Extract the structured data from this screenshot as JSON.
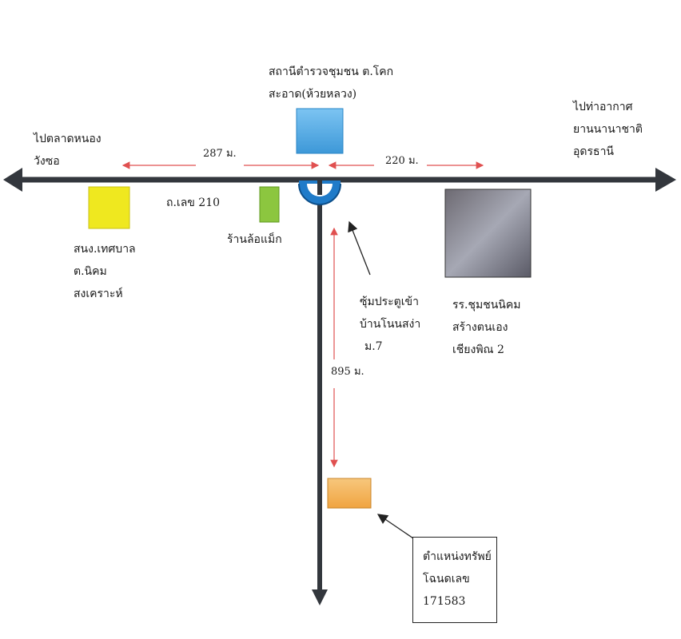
{
  "colors": {
    "road": "#33373d",
    "measure_arrow": "#e05050",
    "police_box": "#5fb0e6",
    "clinic_box": "#efe81f",
    "shop_box": "#8cc63f",
    "school_photo": "#8a8b93",
    "property_box": "#f5b862",
    "roundabout": "#1f7bc9"
  },
  "labels": {
    "to_market": [
      "ไปตลาดหนอง",
      "วังซอ"
    ],
    "police": [
      "สถานีตำรวจชุมชน ต.โคก",
      "สะอาด(ห้วยหลวง)"
    ],
    "to_airport": [
      "ไปท่าอากาศ",
      "ยานนานาชาติ",
      "อุดรธานี"
    ],
    "road_name": "ถ.เลข 210",
    "clinic": [
      "สนง.เทศบาล",
      "ต.นิคม",
      "สงเคราะห์"
    ],
    "shop": "ร้านล้อแม็ก",
    "gate": [
      "ซุ้มประตูเข้า",
      "บ้านโนนสง่า",
      "ม.7"
    ],
    "school": [
      "รร.ชุมชนนิคม",
      "สร้างตนเอง",
      "เชียงพิณ 2"
    ],
    "property": [
      "ตำแหน่งทรัพย์",
      "โฉนดเลข",
      "171583"
    ]
  },
  "distances": {
    "left": "287 ม.",
    "right": "220 ม.",
    "down": "895 ม."
  }
}
